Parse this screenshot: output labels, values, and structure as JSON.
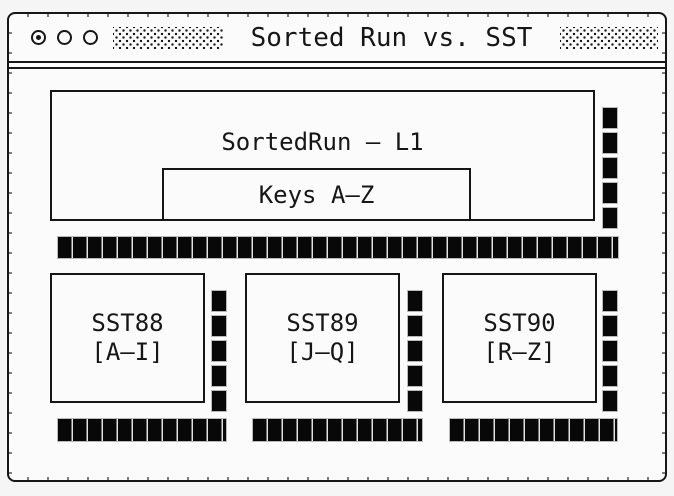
{
  "window": {
    "title": "Sorted Run vs. SST",
    "controls": [
      {
        "type": "radio-dotted"
      },
      {
        "type": "radio-empty"
      },
      {
        "type": "radio-empty"
      }
    ]
  },
  "diagram": {
    "sorted_run": {
      "label": "SortedRun – L1",
      "keys_label": "Keys A–Z"
    },
    "ssts": [
      {
        "name": "SST88",
        "range": "[A–I]"
      },
      {
        "name": "SST89",
        "range": "[J–Q]"
      },
      {
        "name": "SST90",
        "range": "[R–Z]"
      }
    ]
  },
  "colors": {
    "ink": "#161616",
    "paper": "#fbfbfb",
    "block": "#080808"
  }
}
